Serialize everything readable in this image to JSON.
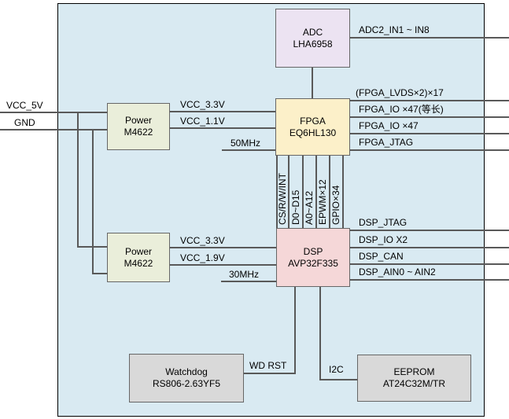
{
  "colors": {
    "canvas_background": "#d9eaf2",
    "adc_fill": "#ece3f2",
    "fpga_fill": "#fcf0c9",
    "power_fill": "#eaeeda",
    "dsp_fill": "#f5d7d8",
    "gray_fill": "#d9d9d9",
    "wire": "#595959"
  },
  "io_left": {
    "vcc": "VCC_5V",
    "gnd": "GND"
  },
  "adc": {
    "name": "ADC",
    "part": "LHA6958",
    "output": "ADC2_IN1 ~ IN8"
  },
  "power_top": {
    "name": "Power",
    "part": "M4622",
    "out1": "VCC_3.3V",
    "out2": "VCC_1.1V"
  },
  "power_bottom": {
    "name": "Power",
    "part": "M4622",
    "out1": "VCC_3.3V",
    "out2": "VCC_1.9V"
  },
  "fpga": {
    "name": "FPGA",
    "part": "EQ6HL130",
    "clock": "50MHz",
    "outputs": [
      "(FPGA_LVDS×2)×17",
      "FPGA_IO ×47(等长)",
      "FPGA_IO ×47",
      "FPGA_JTAG"
    ]
  },
  "dsp": {
    "name": "DSP",
    "part": "AVP32F335",
    "clock": "30MHz",
    "outputs": [
      "DSP_JTAG",
      "DSP_IO X2",
      "DSP_CAN",
      "DSP_AIN0 ~ AIN2"
    ]
  },
  "bus": {
    "labels": [
      "CS/R/W/INT",
      "D0~D15",
      "A0~A12",
      "EPWM×12",
      "GPIO×34"
    ]
  },
  "watchdog": {
    "name": "Watchdog",
    "part": "RS806-2.63YF5",
    "signal": "WD RST"
  },
  "eeprom": {
    "name": "EEPROM",
    "part": "AT24C32M/TR",
    "signal": "I2C"
  }
}
